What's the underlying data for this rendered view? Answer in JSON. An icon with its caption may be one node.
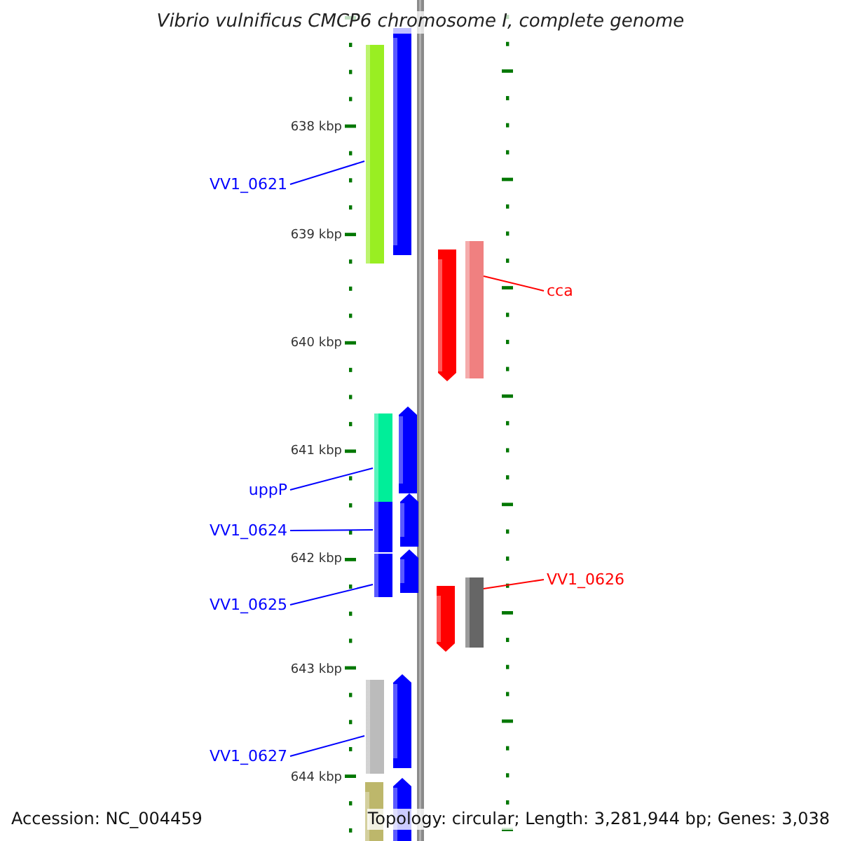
{
  "diagram": {
    "title": "Vibrio vulnificus CMCP6 chromosome I, complete genome",
    "nodes": [
      {
        "text": [
          "VV1_0621"
        ]
      },
      {
        "text": [],
        "shape": "bar"
      },
      {
        "text": [
          "cca"
        ]
      },
      {
        "text": [],
        "shape": "bar"
      },
      {
        "text": [
          "uppP"
        ]
      },
      {
        "text": [],
        "shape": "bar"
      },
      {
        "text": [
          "VV1_0624"
        ]
      },
      {
        "text": [],
        "shape": "bar"
      },
      {
        "text": [
          "VV1_0625"
        ]
      },
      {
        "text": [],
        "shape": "bar"
      },
      {
        "text": [
          "VV1_0626"
        ]
      },
      {
        "text": [],
        "shape": "bar"
      },
      {
        "text": [
          "VV1_0627"
        ]
      },
      {
        "text": [],
        "shape": "bar"
      }
    ],
    "edges": [
      {
        "from": 0,
        "to": 1,
        "arrow": "none"
      },
      {
        "from": 2,
        "to": 3,
        "arrow": "none",
        "color": "#ff0000"
      },
      {
        "from": 4,
        "to": 5,
        "arrow": "none"
      },
      {
        "from": 6,
        "to": 7,
        "arrow": "none"
      },
      {
        "from": 8,
        "to": 9,
        "arrow": "none"
      },
      {
        "from": 10,
        "to": 11,
        "arrow": "none",
        "color": "#ff0000"
      },
      {
        "from": 12,
        "to": 13,
        "arrow": "none"
      }
    ],
    "labels": [
      "638 kbp",
      "639 kbp",
      "640 kbp",
      "641 kbp",
      "642 kbp",
      "643 kbp",
      "644 kbp",
      "Accession: NC_004459",
      "Topology: circular; Length: 3,281,944 bp; Genes: 3,038"
    ]
  }
}
